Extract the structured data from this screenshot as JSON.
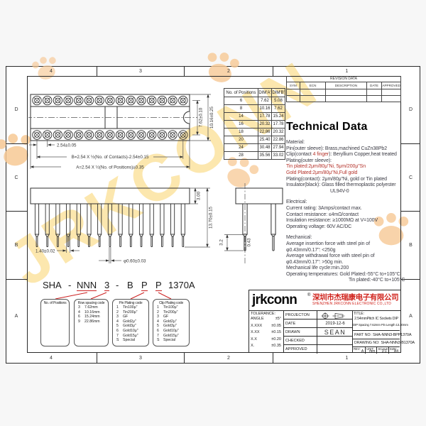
{
  "frame": {
    "zones_top": [
      "4",
      "3",
      "2",
      "1"
    ],
    "zones_bottom": [
      "4",
      "3",
      "2",
      "1"
    ],
    "zones_left": [
      "D",
      "C",
      "B",
      "A"
    ],
    "zones_right": [
      "D",
      "C",
      "B",
      "A"
    ]
  },
  "revision_table": {
    "title": "REVISION DATA",
    "columns": [
      "SYM",
      "ECN",
      "DESCRIPTION",
      "DATE",
      "APPROVED"
    ]
  },
  "positions_table": {
    "headers": [
      "No. of Positions",
      "DIM'A'",
      "DIM'B'"
    ],
    "rows": [
      [
        "6",
        "7.62",
        "5.08"
      ],
      [
        "8",
        "10.16",
        "7.62"
      ],
      [
        "14",
        "17.78",
        "15.24"
      ],
      [
        "16",
        "20.32",
        "17.78"
      ],
      [
        "18",
        "22.86",
        "20.32"
      ],
      [
        "20",
        "25.40",
        "22.86"
      ],
      [
        "24",
        "30.48",
        "27.94"
      ],
      [
        "28",
        "35.56",
        "33.02"
      ]
    ]
  },
  "technical_data": {
    "heading": "Technical Data",
    "blocks": [
      {
        "lines": [
          {
            "i": 0,
            "p": [
              {
                "t": "Material:",
                "c": "d"
              }
            ]
          },
          {
            "i": 0,
            "p": [
              {
                "t": "Pin(outer sleeve): Brass,machined CuZn38Pb2",
                "c": "d"
              }
            ]
          },
          {
            "i": 0,
            "p": [
              {
                "t": "Clip(contact ",
                "c": "d"
              },
              {
                "t": "4 finger",
                "c": "r"
              },
              {
                "t": "): Beryllium Copper,heat treated",
                "c": "d"
              }
            ]
          },
          {
            "i": 0,
            "p": [
              {
                "t": "Plating(outer sleeve):",
                "c": "d"
              }
            ]
          },
          {
            "i": 0,
            "p": [
              {
                "t": "Tin plated:2μm/80μ\"Ni, 5μm/200μ\"Sn",
                "c": "r"
              }
            ]
          },
          {
            "i": 0,
            "p": [
              {
                "t": "Gold Plated:2μm/80μ\"Ni,Full gold",
                "c": "r"
              }
            ]
          },
          {
            "i": 0,
            "p": [
              {
                "t": "Plating(contact): 2μm/80μ\"Ni, gold or Tin plated",
                "c": "d"
              }
            ]
          },
          {
            "i": 0,
            "p": [
              {
                "t": "Insulator(black): Glass filled thermoplastic polyester",
                "c": "d"
              }
            ]
          },
          {
            "i": 62,
            "p": [
              {
                "t": "UL94V-0",
                "c": "d"
              }
            ]
          }
        ]
      },
      {
        "lines": [
          {
            "i": 0,
            "p": [
              {
                "t": "Electrical:",
                "c": "d"
              }
            ]
          },
          {
            "i": 0,
            "p": [
              {
                "t": "Current rating: 3Amps/contact max.",
                "c": "d"
              }
            ]
          },
          {
            "i": 0,
            "p": [
              {
                "t": "Contact resistance: ≤4mΩ/contact",
                "c": "d"
              }
            ]
          },
          {
            "i": 0,
            "p": [
              {
                "t": "Insulation resistance: ≥1000MΩ at V=100V",
                "c": "d"
              }
            ]
          },
          {
            "i": 0,
            "p": [
              {
                "t": "Operating voltage: 60V AC/DC",
                "c": "d"
              }
            ]
          }
        ]
      },
      {
        "lines": [
          {
            "i": 0,
            "p": [
              {
                "t": "Mechanical:",
                "c": "d"
              }
            ]
          },
          {
            "i": 0,
            "p": [
              {
                "t": "Average insertion force with steel pin of",
                "c": "d"
              }
            ]
          },
          {
            "i": 0,
            "p": [
              {
                "t": "φ0.43mm/0.17\": <250g",
                "c": "d"
              }
            ]
          },
          {
            "i": 0,
            "p": [
              {
                "t": "Average withdrawal force with steel pin of",
                "c": "d"
              }
            ]
          },
          {
            "i": 0,
            "p": [
              {
                "t": "φ0.43mm/0.17\": >50g min.",
                "c": "d"
              }
            ]
          },
          {
            "i": 0,
            "p": [
              {
                "t": "Mechanical life cycle:min.200",
                "c": "d"
              }
            ]
          },
          {
            "i": 0,
            "p": [
              {
                "t": "Operating temperatures: Gold Plated:-55°C to+105°C",
                "c": "d"
              }
            ]
          },
          {
            "i": 88,
            "p": [
              {
                "t": "Tin plated:-40°C to+105°C",
                "c": "d"
              }
            ]
          }
        ]
      }
    ]
  },
  "top_view": {
    "pitch": "2.54±0.05",
    "dim_b": "B=2.54 X ½(No. of Contacts)-2.54±0.15",
    "dim_a": "A=2.54 X ½(No. of Positions)±0.35",
    "row_spacing": "7.62±0.10",
    "body_width": "10.16±0.25"
  },
  "side_view": {
    "body_height": "3.00",
    "total_length": "13.70±0.15",
    "sleeve_dia": "1.40±0.02",
    "tip_dia": "φ0.60±0.03"
  },
  "pin_detail": {
    "tip_length": "3.2",
    "tip_dia": "0.43"
  },
  "part_number": {
    "segments": [
      {
        "text": "SHA",
        "u": false
      },
      {
        "text": "-",
        "u": false
      },
      {
        "text": "NNN",
        "u": true
      },
      {
        "text": "3",
        "u": true
      },
      {
        "text": "-",
        "u": false
      },
      {
        "text": "B",
        "u": false
      },
      {
        "text": "P",
        "u": true
      },
      {
        "text": "P",
        "u": true
      },
      {
        "text": "1370A",
        "u": false
      }
    ],
    "boxes": [
      {
        "title": "No. of Positions",
        "rows": []
      },
      {
        "title": "Row spacing code",
        "rows": [
          [
            "3",
            "7.62mm"
          ],
          [
            "4",
            "10.16mm"
          ],
          [
            "6",
            "15.24mm"
          ],
          [
            "9",
            "22.86mm"
          ]
        ]
      },
      {
        "title": "Pin Plating code",
        "rows": [
          [
            "1",
            "Tin100μ\""
          ],
          [
            "2",
            "Tin200μ\""
          ],
          [
            "3",
            "GF"
          ],
          [
            "4",
            "Gold2μ\""
          ],
          [
            "5",
            "Gold3μ\""
          ],
          [
            "6",
            "Gold10μ\""
          ],
          [
            "7",
            "Gold15μ\""
          ],
          [
            "S",
            "Special"
          ]
        ]
      },
      {
        "title": "Clip Plating code",
        "rows": [
          [
            "1",
            "Tin100μ\""
          ],
          [
            "2",
            "Tin200μ\""
          ],
          [
            "3",
            "GF"
          ],
          [
            "4",
            "Gold2μ\""
          ],
          [
            "5",
            "Gold3μ\""
          ],
          [
            "6",
            "Gold10μ\""
          ],
          [
            "7",
            "Gold15μ\""
          ],
          [
            "S",
            "Special"
          ]
        ]
      }
    ]
  },
  "title_block": {
    "logo": "jrkconn",
    "registered": "®",
    "company_cn": "深圳市杰瑞康电子有限公司",
    "company_en": "SHENZHEN JRKCONN ELECTRONIC CO.,LTD",
    "tolerance_label": "TOLERANCE:",
    "tolerance_rows": [
      [
        "ANGLE",
        "±5°"
      ],
      [
        "X.XXX",
        "±0.05"
      ],
      [
        "X.XX",
        "±0.15"
      ],
      [
        "X.X",
        "±0.20"
      ],
      [
        "X.",
        "±0.35"
      ]
    ],
    "field_labels": [
      "PROJECTON",
      "DATE",
      "DRAWN",
      "CHECKED",
      "APPROVED"
    ],
    "field_values": [
      "",
      "2019-12-6",
      "SEAN",
      "",
      ""
    ],
    "title_label": "TITLE:",
    "title_line1": "2.54mmPitch IC Sockets DIP",
    "title_line2": "DIP Spacing 7.62mm Pin Length 13.30mm",
    "part_no_label": "PART NO:",
    "part_no": "SHA-NNN3-BPP1370A",
    "drawing_no_label": "DRAWING NO:",
    "drawing_no": "SHA-NNN3-B1370A",
    "rev_cells": [
      {
        "label": "REV:",
        "value": "A"
      },
      {
        "label": "UNIT:",
        "value": "mm"
      },
      {
        "label": "SCALE:",
        "value": "3:1"
      },
      {
        "label": "SIZE:",
        "value": "A4"
      }
    ]
  },
  "watermark": {
    "text": "JRKCONN",
    "color": "#f6c43e"
  }
}
